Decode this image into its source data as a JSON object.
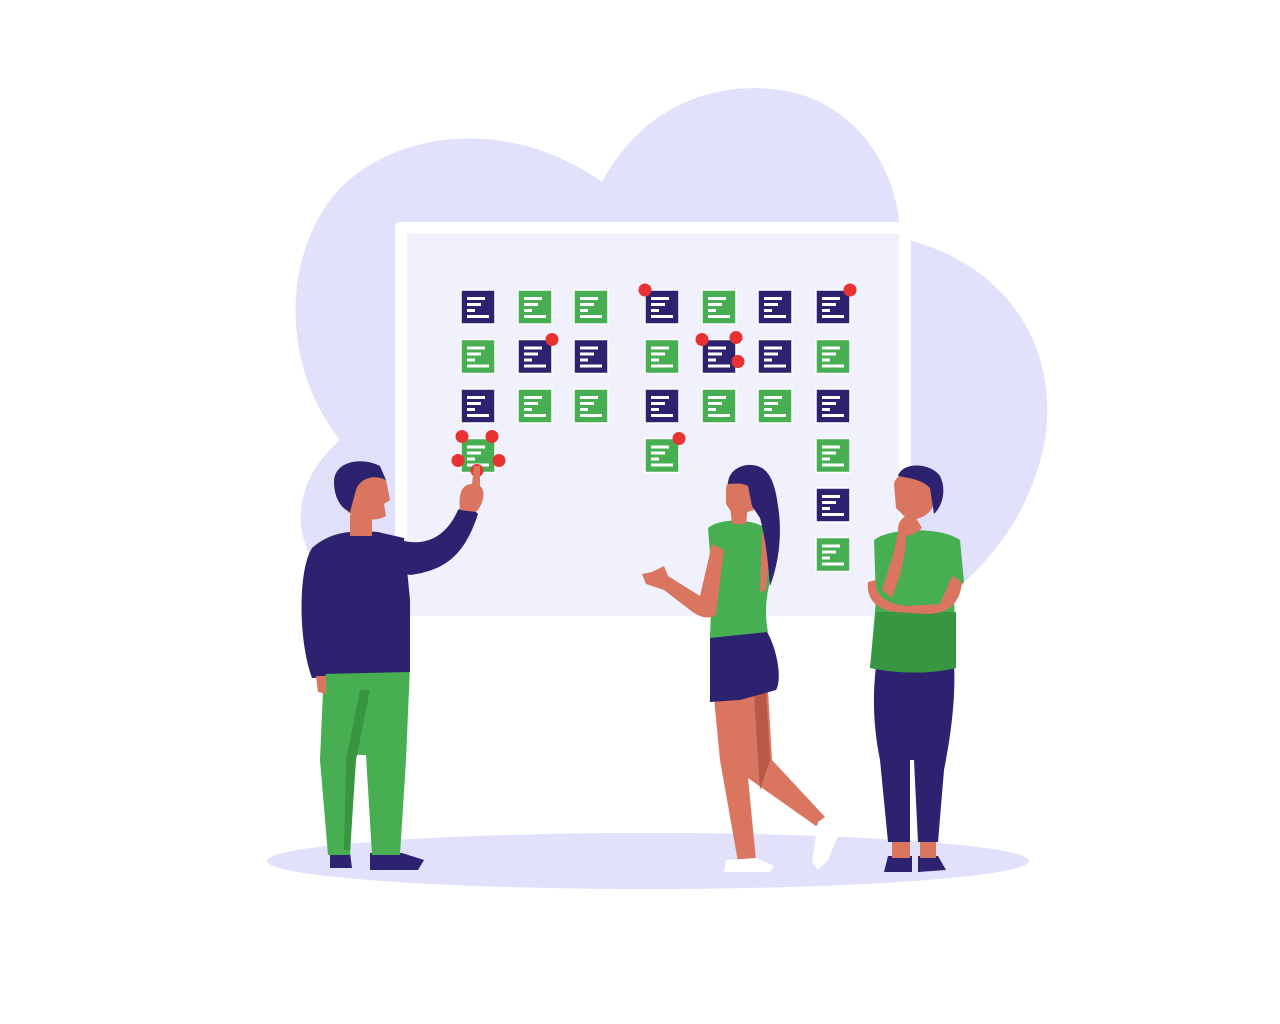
{
  "illustration": {
    "subject": "team-planning-board",
    "colors": {
      "background": "#ffffff",
      "cloud": "#e2e1fc",
      "floor_shadow": "#e2e1fc",
      "board_frame": "#ffffff",
      "board_surface": "#f1f1fe",
      "card_navy": "#2c2270",
      "card_green": "#47ae51",
      "card_lines": "#ffffff",
      "marker_dot": "#e83232",
      "skin": "#da765f",
      "skin_shade": "#b85846",
      "hair": "#2c2270",
      "navy_clothing": "#2c2270",
      "green_clothing": "#47ae51",
      "green_shade": "#37963f",
      "shoe_light": "#ffffff"
    },
    "board": {
      "columns": [
        {
          "cards": [
            "navy",
            "green",
            "navy",
            "green"
          ],
          "marked": [
            false,
            false,
            false,
            true
          ]
        },
        {
          "cards": [
            "green",
            "navy",
            "green"
          ],
          "marked": [
            false,
            true,
            false
          ]
        },
        {
          "cards": [
            "green",
            "navy",
            "green"
          ],
          "marked": [
            false,
            false,
            false
          ]
        },
        {
          "cards": [
            "navy",
            "green",
            "navy",
            "green"
          ],
          "marked": [
            true,
            false,
            false,
            true
          ]
        },
        {
          "cards": [
            "green",
            "navy",
            "green"
          ],
          "marked": [
            false,
            true,
            false
          ]
        },
        {
          "cards": [
            "navy",
            "navy",
            "green"
          ],
          "marked": [
            false,
            false,
            false
          ]
        },
        {
          "cards": [
            "navy",
            "green",
            "navy",
            "green",
            "navy",
            "green"
          ],
          "marked": [
            true,
            false,
            false,
            false,
            false,
            false
          ]
        }
      ]
    },
    "people": [
      {
        "role": "man-pointing-at-board",
        "shirt": "navy",
        "pants": "green"
      },
      {
        "role": "woman-gesturing",
        "shirt": "green",
        "shorts": "navy"
      },
      {
        "role": "man-thinking",
        "shirt": "green",
        "pants": "navy"
      }
    ]
  }
}
